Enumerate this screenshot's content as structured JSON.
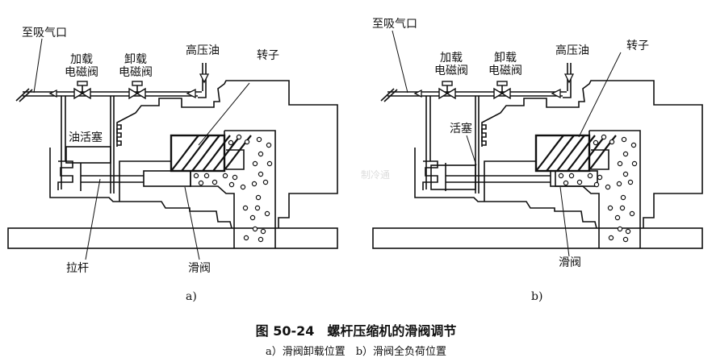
{
  "panels": [
    {
      "id": "a",
      "sublabel": "a)",
      "suction_port": "至吸气口",
      "load_valve": [
        "加载",
        "电磁阀"
      ],
      "unload_valve": [
        "卸载",
        "电磁阀"
      ],
      "high_pressure_oil": "高压油",
      "rotor": "转子",
      "piston": "油活塞",
      "pull_rod": "拉杆",
      "slide_valve": "滑阀"
    },
    {
      "id": "b",
      "sublabel": "b)",
      "suction_port": "至吸气口",
      "load_valve": [
        "加载",
        "电磁阀"
      ],
      "unload_valve": [
        "卸载",
        "电磁阀"
      ],
      "high_pressure_oil": "高压油",
      "rotor": "转子",
      "piston": "活塞",
      "slide_valve": "滑阀"
    }
  ],
  "caption": {
    "title": "图 50-24　螺杆压缩机的滑阀调节",
    "subtitle": "a）滑阀卸载位置　b）滑阀全负荷位置"
  },
  "watermark": "制冷通"
}
